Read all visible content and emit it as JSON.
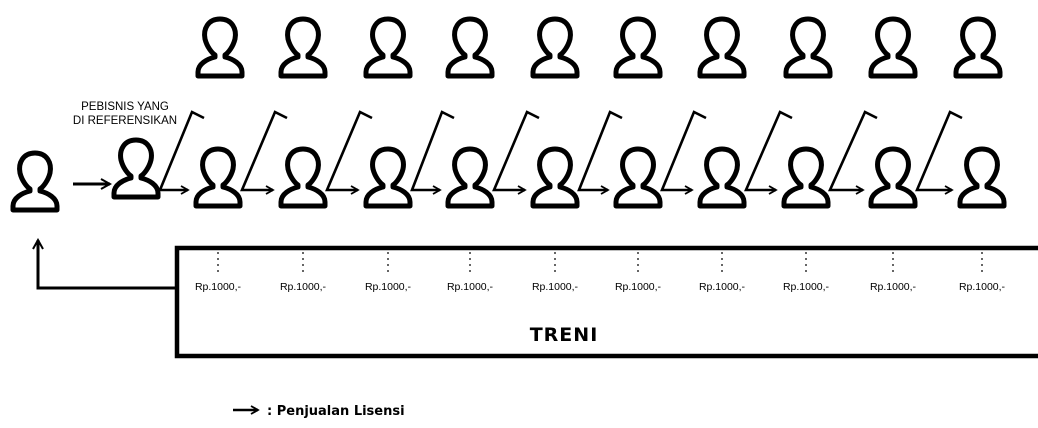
{
  "annotation": {
    "line1": "PEBISNIS YANG",
    "line2": "DI REFERENSIKAN"
  },
  "prices": [
    "Rp.1000,-",
    "Rp.1000,-",
    "Rp.1000,-",
    "Rp.1000,-",
    "Rp.1000,-",
    "Rp.1000,-",
    "Rp.1000,-",
    "Rp.1000,-",
    "Rp.1000,-",
    "Rp.1000,-"
  ],
  "box_label": "TRENI",
  "legend": {
    "label": ": Penjualan Lisensi",
    "icon": "arrow-icon"
  },
  "people": {
    "top_row_count": 10,
    "chain_count": 10,
    "icon": "person-icon"
  }
}
